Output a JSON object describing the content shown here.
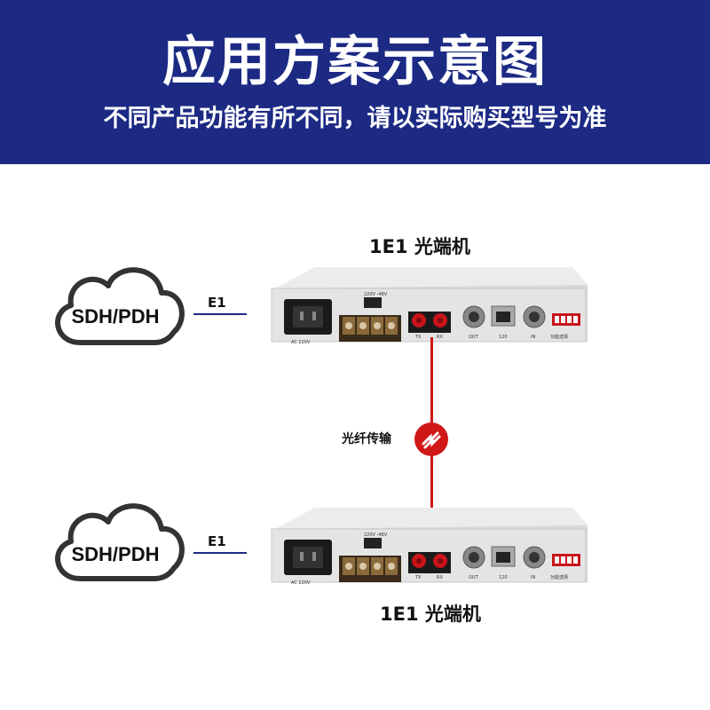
{
  "banner": {
    "title": "应用方案示意图",
    "subtitle": "不同产品功能有所不同，请以实际购买型号为准"
  },
  "top": {
    "cloud_label": "SDH/PDH",
    "link_label": "E1",
    "device_label": "1E1 光端机"
  },
  "bottom": {
    "cloud_label": "SDH/PDH",
    "link_label": "E1",
    "device_label": "1E1 光端机"
  },
  "fiber": {
    "label": "光纤传输"
  },
  "device": {
    "power_voltage": "AC 220V",
    "dc_label": "220V  -48V",
    "tx": "TX",
    "rx": "RX",
    "out": "OUT",
    "rj45": "120",
    "in": "IN",
    "dip": "功能选择"
  },
  "colors": {
    "banner": "#1c2a84",
    "fiber": "#d01818",
    "chassis": "#e4e4e4"
  }
}
